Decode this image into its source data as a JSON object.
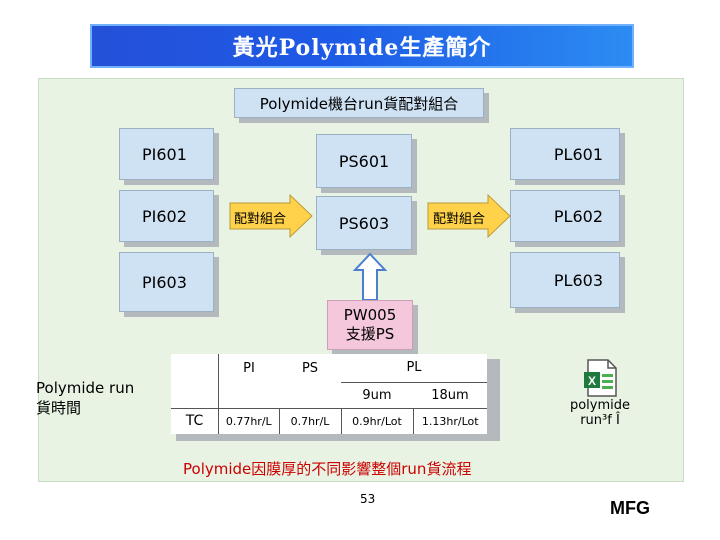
{
  "title": "黃光Polymide生產簡介",
  "subtitle": "Polymide機台run貨配對組合",
  "pi_boxes": [
    "PI601",
    "PI602",
    "PI603"
  ],
  "ps_boxes": [
    "PS601",
    "PS603"
  ],
  "pl_boxes": [
    "PL601",
    "PL602",
    "PL603"
  ],
  "arrow_left_label": "配對組合",
  "arrow_right_label": "配對組合",
  "pw_box": {
    "line1": "PW005",
    "line2": "支援PS"
  },
  "run_label": {
    "line1": "Polymide run",
    "line2": "貨時間"
  },
  "table": {
    "headers": {
      "pi": "PI",
      "ps": "PS",
      "pl": "PL"
    },
    "pl_sub": {
      "a": "9um",
      "b": "18um"
    },
    "row_label": "TC",
    "row_values": {
      "pi": "0.77hr/L",
      "ps": "0.7hr/L",
      "pl_a": "0.9hr/Lot",
      "pl_b": "1.13hr/Lot"
    }
  },
  "file_icon": {
    "name": "excel-file-icon",
    "line1": "polymide",
    "line2": "run³f Î"
  },
  "caption": "Polymide因膜厚的不同影響整個run貨流程",
  "page_number": "53",
  "mfg_label": "MFG",
  "colors": {
    "title_bar": "#1d5ae6",
    "panel": "#e8f3e4",
    "box": "#cfe2f3",
    "arrow": "#ffd24a",
    "caption": "#cc0000"
  }
}
